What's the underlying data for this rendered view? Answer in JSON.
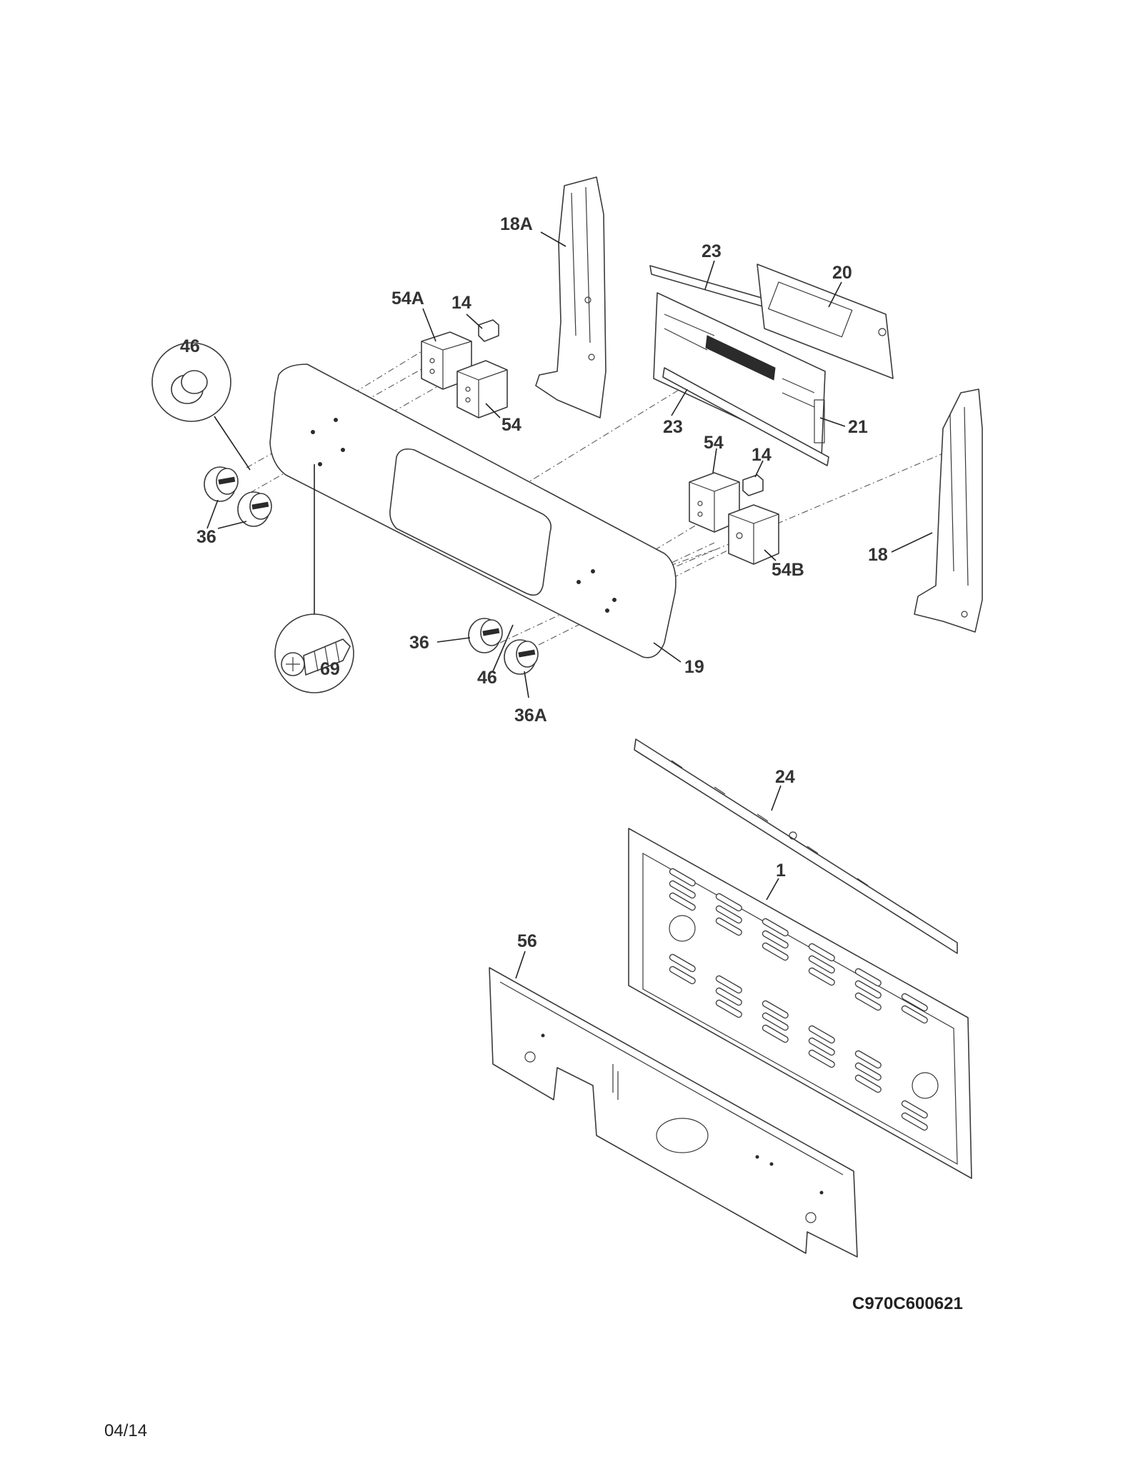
{
  "callouts": {
    "c18A": "18A",
    "c23_top": "23",
    "c20": "20",
    "c54A": "54A",
    "c14_top": "14",
    "c46_circle": "46",
    "c54_top": "54",
    "c23_bottom": "23",
    "c21": "21",
    "c54_mid": "54",
    "c14_mid": "14",
    "c36_left": "36",
    "c18": "18",
    "c54B": "54B",
    "c69": "69",
    "c36_bottom": "36",
    "c46_bottom": "46",
    "c19": "19",
    "c36A": "36A",
    "c24": "24",
    "c1": "1",
    "c56": "56"
  },
  "drawing_code": "C970C600621",
  "revision_date": "04/14"
}
